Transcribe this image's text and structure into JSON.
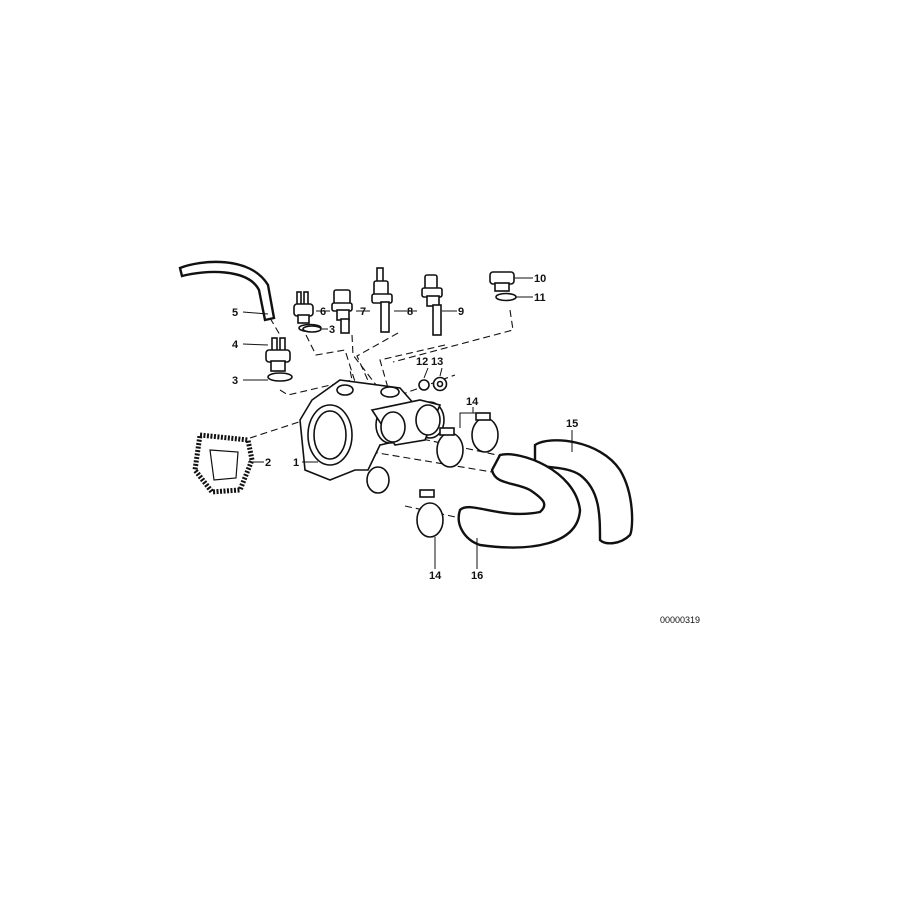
{
  "diagram": {
    "callouts": {
      "c1": "1",
      "c2": "2",
      "c3a": "3",
      "c3b": "3",
      "c4": "4",
      "c5": "5",
      "c6": "6",
      "c7": "7",
      "c8": "8",
      "c9": "9",
      "c10": "10",
      "c11": "11",
      "c12": "12",
      "c13": "13",
      "c14a": "14",
      "c14b": "14",
      "c15": "15",
      "c16": "16"
    },
    "reference_number": "00000319",
    "line_color": "#111111",
    "background": "#ffffff"
  }
}
